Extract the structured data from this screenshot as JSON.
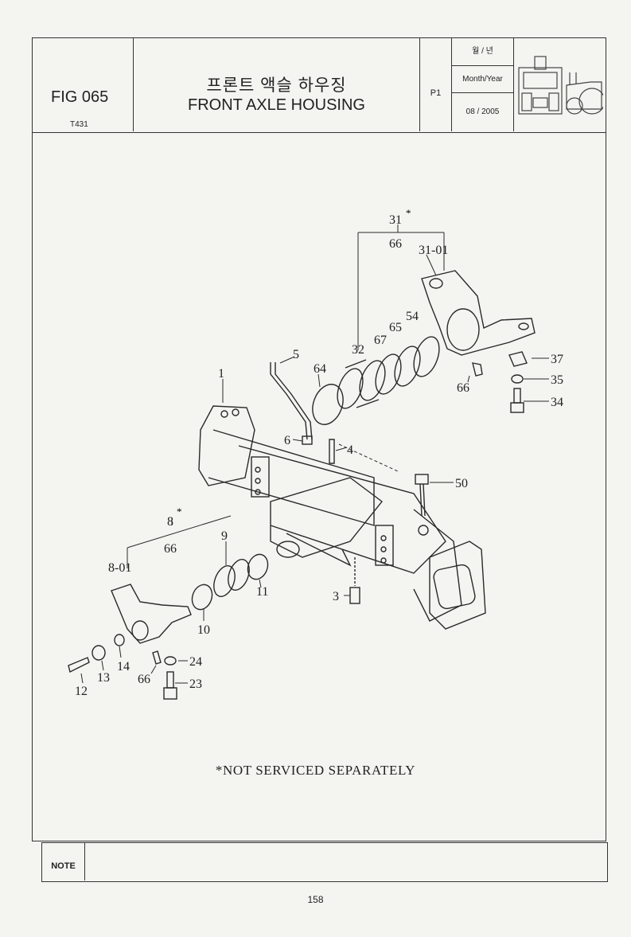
{
  "header": {
    "fig_number": "FIG 065",
    "fig_code": "T431",
    "title_korean": "프론트 액슬 하우징",
    "title_english": "FRONT AXLE HOUSING",
    "page": "P1",
    "date_label_korean": "월 / 년",
    "date_label_english": "Month/Year",
    "date_value": "08 / 2005"
  },
  "callouts": {
    "c31": "31",
    "c66a": "66",
    "c3101": "31-01",
    "c54": "54",
    "c65": "65",
    "c67": "67",
    "c32": "32",
    "c5": "5",
    "c64": "64",
    "c1": "1",
    "c6": "6",
    "c4": "4",
    "c66b": "66",
    "c37": "37",
    "c35": "35",
    "c34": "34",
    "c50": "50",
    "c8": "8",
    "c66c": "66",
    "c9": "9",
    "c801": "8-01",
    "c11": "11",
    "c3": "3",
    "c10": "10",
    "c24": "24",
    "c14": "14",
    "c13": "13",
    "c66d": "66",
    "c23": "23",
    "c12": "12"
  },
  "disclaimer": "*NOT SERVICED SEPARATELY",
  "footer": {
    "note_label": "NOTE",
    "page_number": "158"
  }
}
